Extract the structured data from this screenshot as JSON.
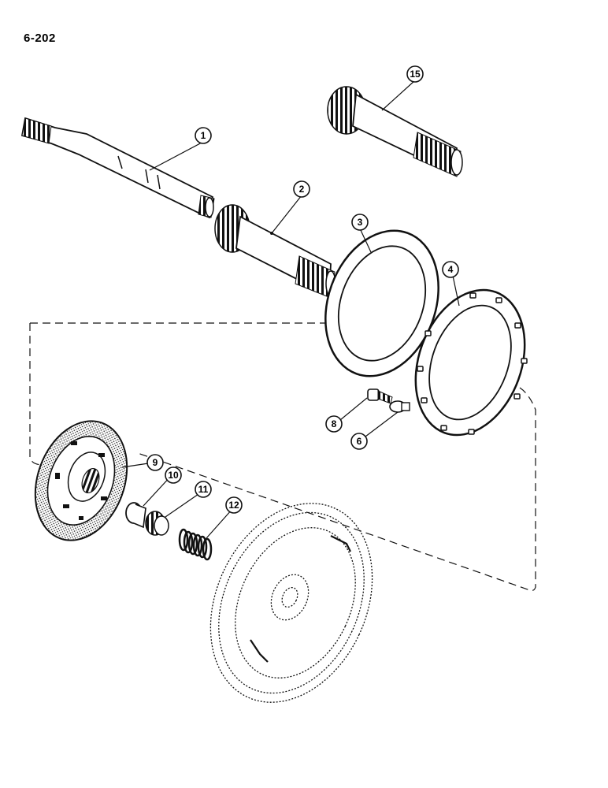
{
  "page": {
    "number": "6-202"
  },
  "callouts": [
    {
      "id": "shaft",
      "label": "1"
    },
    {
      "id": "hollow-shaft",
      "label": "2"
    },
    {
      "id": "plate",
      "label": "3"
    },
    {
      "id": "separator-plate",
      "label": "4"
    },
    {
      "id": "bolt",
      "label": "8"
    },
    {
      "id": "pin",
      "label": "6"
    },
    {
      "id": "clutch-disc",
      "label": "9"
    },
    {
      "id": "bearing",
      "label": "10"
    },
    {
      "id": "hub",
      "label": "11"
    },
    {
      "id": "spring",
      "label": "12"
    },
    {
      "id": "gear-shaft",
      "label": "15"
    }
  ],
  "colors": {
    "ink": "#111111",
    "paper": "#ffffff"
  }
}
